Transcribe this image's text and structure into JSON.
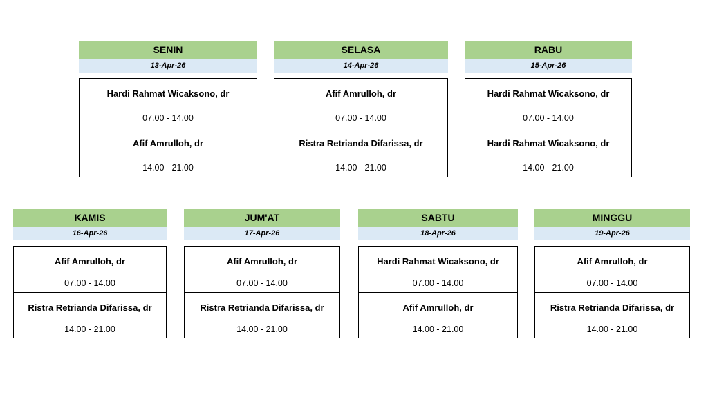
{
  "days": [
    {
      "name": "SENIN",
      "date": "13-Apr-26",
      "shifts": [
        {
          "doctor": "Hardi Rahmat Wicaksono, dr",
          "time": "07.00 - 14.00"
        },
        {
          "doctor": "Afif Amrulloh, dr",
          "time": "14.00 - 21.00"
        }
      ]
    },
    {
      "name": "SELASA",
      "date": "14-Apr-26",
      "shifts": [
        {
          "doctor": "Afif Amrulloh, dr",
          "time": "07.00 - 14.00"
        },
        {
          "doctor": "Ristra Retrianda Difarissa, dr",
          "time": "14.00 - 21.00"
        }
      ]
    },
    {
      "name": "RABU",
      "date": "15-Apr-26",
      "shifts": [
        {
          "doctor": "Hardi Rahmat Wicaksono, dr",
          "time": "07.00 - 14.00"
        },
        {
          "doctor": "Hardi Rahmat Wicaksono, dr",
          "time": "14.00 - 21.00"
        }
      ]
    },
    {
      "name": "KAMIS",
      "date": "16-Apr-26",
      "shifts": [
        {
          "doctor": "Afif Amrulloh, dr",
          "time": "07.00 - 14.00"
        },
        {
          "doctor": "Ristra Retrianda Difarissa, dr",
          "time": "14.00 - 21.00"
        }
      ]
    },
    {
      "name": "JUM'AT",
      "date": "17-Apr-26",
      "shifts": [
        {
          "doctor": "Afif Amrulloh, dr",
          "time": "07.00 - 14.00"
        },
        {
          "doctor": "Ristra Retrianda Difarissa, dr",
          "time": "14.00 - 21.00"
        }
      ]
    },
    {
      "name": "SABTU",
      "date": "18-Apr-26",
      "shifts": [
        {
          "doctor": "Hardi Rahmat Wicaksono, dr",
          "time": "07.00 - 14.00"
        },
        {
          "doctor": "Afif Amrulloh, dr",
          "time": "14.00 - 21.00"
        }
      ]
    },
    {
      "name": "MINGGU",
      "date": "19-Apr-26",
      "shifts": [
        {
          "doctor": "Afif Amrulloh, dr",
          "time": "07.00 - 14.00"
        },
        {
          "doctor": "Ristra Retrianda Difarissa, dr",
          "time": "14.00 - 21.00"
        }
      ]
    }
  ],
  "colors": {
    "header_bg": "#a9d18e",
    "date_bg": "#dbe9f5",
    "border": "#000000"
  }
}
